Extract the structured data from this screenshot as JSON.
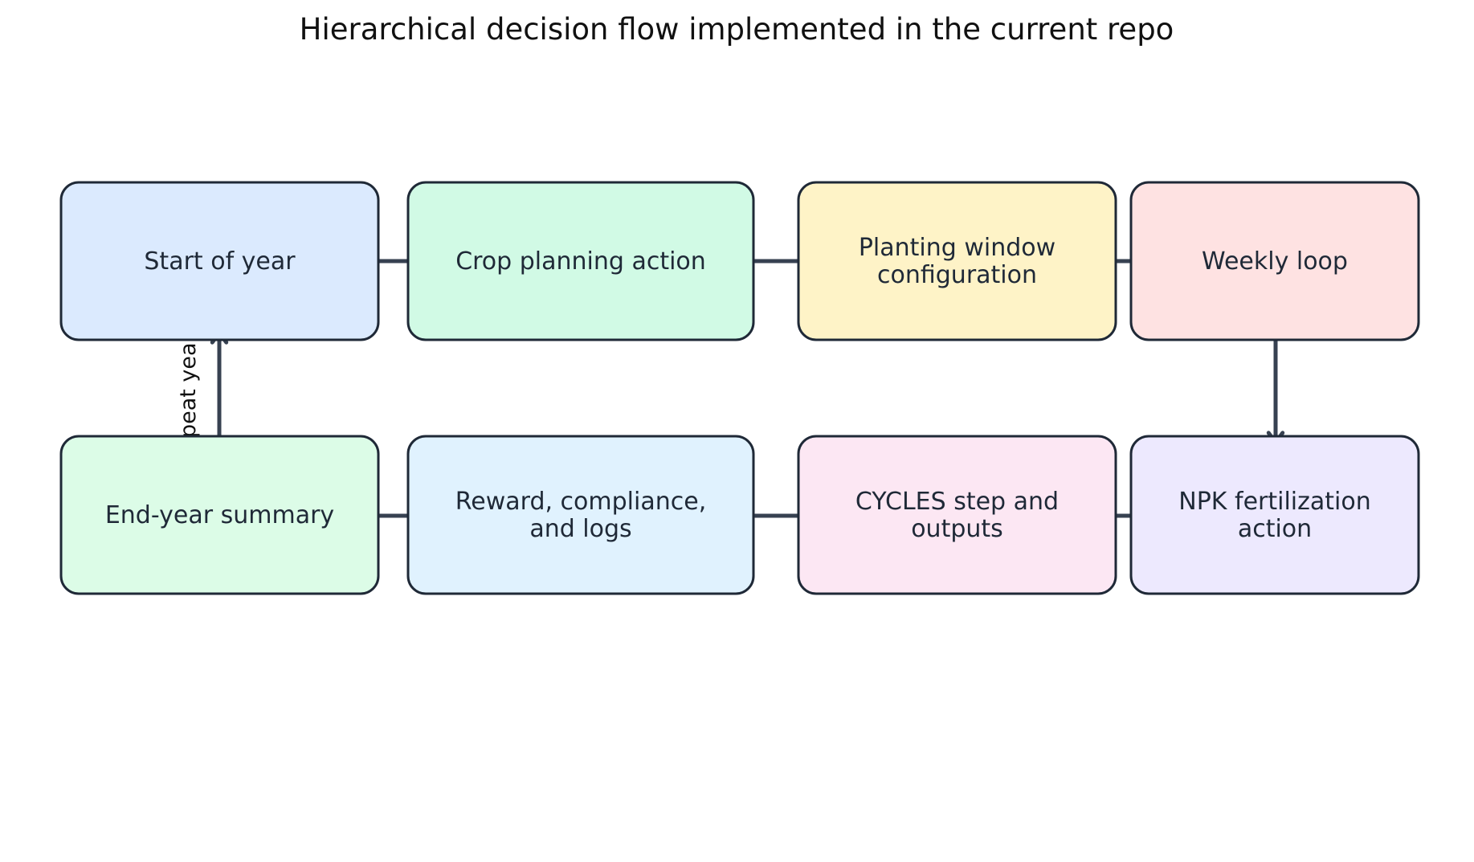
{
  "title": "Hierarchical decision flow implemented in the current repo",
  "nodes": [
    {
      "id": "start-of-year",
      "lines": [
        "Start of year"
      ],
      "fill": "#dbeafe"
    },
    {
      "id": "crop-planning-action",
      "lines": [
        "Crop planning action"
      ],
      "fill": "#d1fae5"
    },
    {
      "id": "planting-window-configuration",
      "lines": [
        "Planting window",
        "configuration"
      ],
      "fill": "#fef3c7"
    },
    {
      "id": "weekly-loop",
      "lines": [
        "Weekly loop"
      ],
      "fill": "#fee2e2"
    },
    {
      "id": "npk-fertilization-action",
      "lines": [
        "NPK fertilization",
        "action"
      ],
      "fill": "#ede9fe"
    },
    {
      "id": "cycles-step-and-outputs",
      "lines": [
        "CYCLES step and",
        "outputs"
      ],
      "fill": "#fce7f3"
    },
    {
      "id": "reward-compliance-logs",
      "lines": [
        "Reward, compliance,",
        "and logs"
      ],
      "fill": "#e0f2fe"
    },
    {
      "id": "end-year-summary",
      "lines": [
        "End-year summary"
      ],
      "fill": "#dcfce7"
    }
  ],
  "edges": [
    {
      "from": "start-of-year",
      "to": "crop-planning-action",
      "label": ""
    },
    {
      "from": "crop-planning-action",
      "to": "planting-window-configuration",
      "label": ""
    },
    {
      "from": "planting-window-configuration",
      "to": "weekly-loop",
      "label": ""
    },
    {
      "from": "weekly-loop",
      "to": "npk-fertilization-action",
      "label": ""
    },
    {
      "from": "npk-fertilization-action",
      "to": "cycles-step-and-outputs",
      "label": ""
    },
    {
      "from": "cycles-step-and-outputs",
      "to": "reward-compliance-logs",
      "label": ""
    },
    {
      "from": "reward-compliance-logs",
      "to": "end-year-summary",
      "label": ""
    },
    {
      "from": "end-year-summary",
      "to": "start-of-year",
      "label": "repeat yearly"
    }
  ]
}
